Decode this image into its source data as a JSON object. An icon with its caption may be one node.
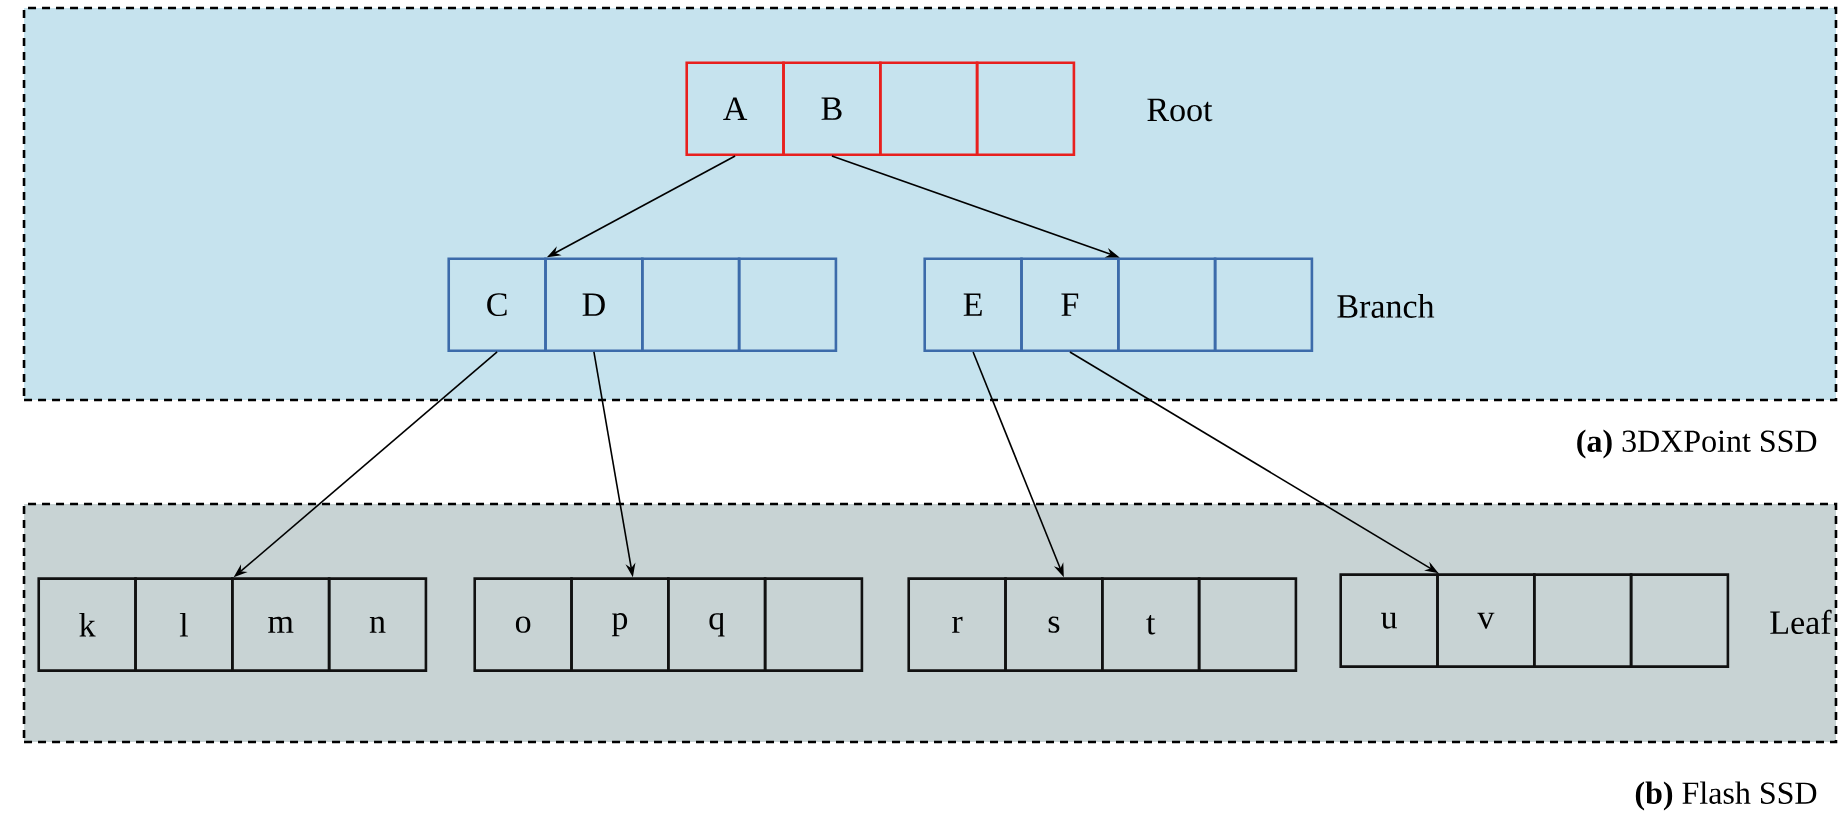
{
  "diagram": {
    "nodes": [
      {
        "text": [],
        "shape": "box",
        "beside": [
          "**(a)** 3DXPoint SSD"
        ]
      },
      {
        "text": [
          "A"
        ],
        "in": 0
      },
      {
        "text": [
          "B"
        ],
        "in": 0
      },
      {
        "text": [],
        "shape": "box",
        "in": 0
      },
      {
        "text": [],
        "shape": "box",
        "in": 0
      },
      {
        "text": [
          "C"
        ],
        "in": 0
      },
      {
        "text": [
          "D"
        ],
        "in": 0
      },
      {
        "text": [],
        "shape": "box",
        "in": 0
      },
      {
        "text": [],
        "shape": "box",
        "in": 0
      },
      {
        "text": [
          "E"
        ],
        "in": 0
      },
      {
        "text": [
          "F"
        ],
        "in": 0
      },
      {
        "text": [],
        "shape": "box",
        "in": 0
      },
      {
        "text": [],
        "shape": "box",
        "in": 0
      },
      {
        "text": [],
        "shape": "box",
        "beside": [
          "**(b)** Flash SSD"
        ]
      },
      {
        "text": [
          "k"
        ],
        "in": 13
      },
      {
        "text": [
          "l"
        ],
        "in": 13
      },
      {
        "text": [
          "m"
        ],
        "in": 13
      },
      {
        "text": [
          "n"
        ],
        "in": 13
      },
      {
        "text": [
          "o"
        ],
        "in": 13
      },
      {
        "text": [
          "p"
        ],
        "in": 13
      },
      {
        "text": [
          "q"
        ],
        "in": 13
      },
      {
        "text": [],
        "shape": "box",
        "in": 13
      },
      {
        "text": [
          "r"
        ],
        "in": 13
      },
      {
        "text": [
          "s"
        ],
        "in": 13
      },
      {
        "text": [
          "t"
        ],
        "in": 13
      },
      {
        "text": [],
        "shape": "box",
        "in": 13
      },
      {
        "text": [
          "u"
        ],
        "in": 13
      },
      {
        "text": [
          "v"
        ],
        "in": 13
      },
      {
        "text": [],
        "shape": "box",
        "in": 13
      },
      {
        "text": [],
        "shape": "box",
        "in": 13
      }
    ],
    "edges": [
      {
        "from": 1,
        "to": 5,
        "arrow": "to"
      },
      {
        "from": 2,
        "to": 10,
        "arrow": "to"
      },
      {
        "from": 5,
        "to": 15,
        "arrow": "to"
      },
      {
        "from": 6,
        "to": 19,
        "arrow": "to"
      },
      {
        "from": 9,
        "to": 23,
        "arrow": "to"
      },
      {
        "from": 10,
        "to": 26,
        "arrow": "to"
      }
    ],
    "labels": [
      "Root",
      "Branch",
      "Leaf"
    ]
  }
}
